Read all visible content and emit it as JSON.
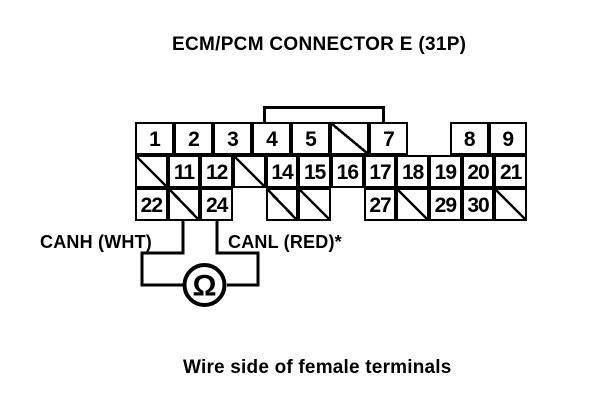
{
  "title": "ECM/PCM CONNECTOR E (31P)",
  "caption": "Wire side of female terminals",
  "connector": {
    "row1_left": [
      "1",
      "2",
      "3",
      "4",
      "5",
      "/",
      "7"
    ],
    "row1_right": [
      "8",
      "9"
    ],
    "row2": [
      "/",
      "11",
      "12",
      "/",
      "14",
      "15",
      "16",
      "17",
      "18",
      "19",
      "20",
      "21"
    ],
    "row3": [
      "22",
      "/",
      "24",
      null,
      "/",
      "/",
      null,
      "27",
      "/",
      "29",
      "30",
      "/"
    ]
  },
  "labels": {
    "canh": "CANH (WHT)",
    "canl": "CANL (RED)*"
  },
  "meter": {
    "symbol": "Ω"
  },
  "colors": {
    "line": "#000000",
    "background": "#ffffff"
  }
}
